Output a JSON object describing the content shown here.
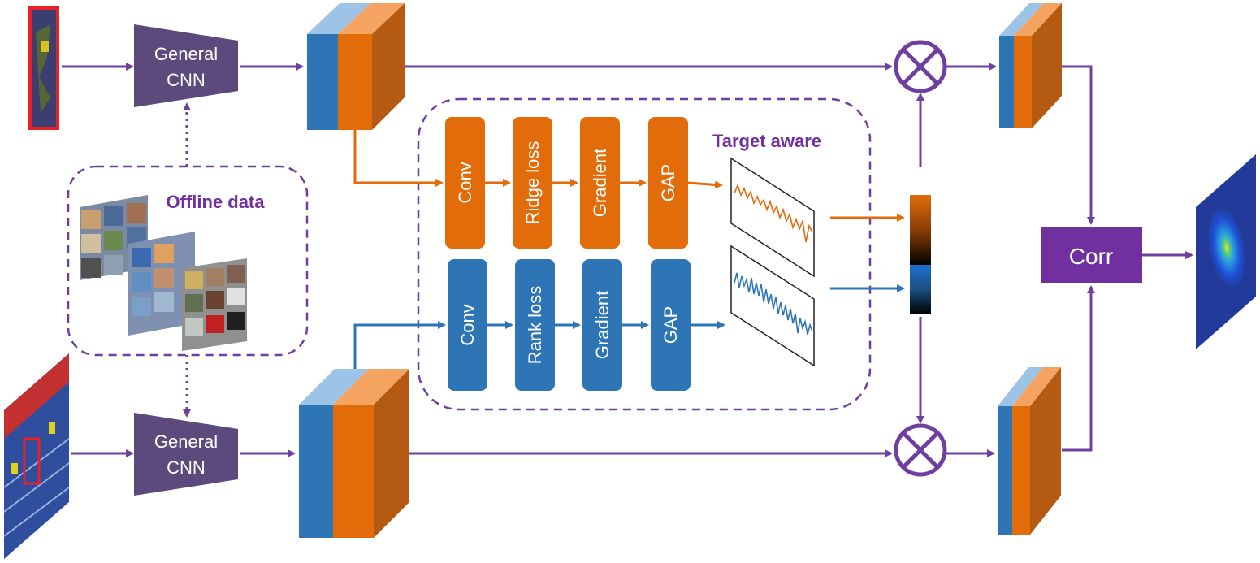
{
  "title": "",
  "nodes": {
    "cnn_top": {
      "line1": "General",
      "line2": "CNN"
    },
    "cnn_bottom": {
      "line1": "General",
      "line2": "CNN"
    },
    "offline_data": {
      "label": "Offline data"
    },
    "target_aware": {
      "label": "Target aware"
    },
    "orange_chain": [
      "Conv",
      "Ridge loss",
      "Gradient",
      "GAP"
    ],
    "blue_chain": [
      "Conv",
      "Rank loss",
      "Gradient",
      "GAP"
    ],
    "corr": {
      "label": "Corr"
    }
  },
  "colors": {
    "purple": "#6f3fa0",
    "cnn_fill": "#5c4a7d",
    "orange": "#e36c0a",
    "blue": "#2e75b6",
    "orange_light": "#f4a460",
    "blue_light": "#6fa8dc",
    "brown": "#b55a12",
    "corr_fill": "#7030a0"
  }
}
